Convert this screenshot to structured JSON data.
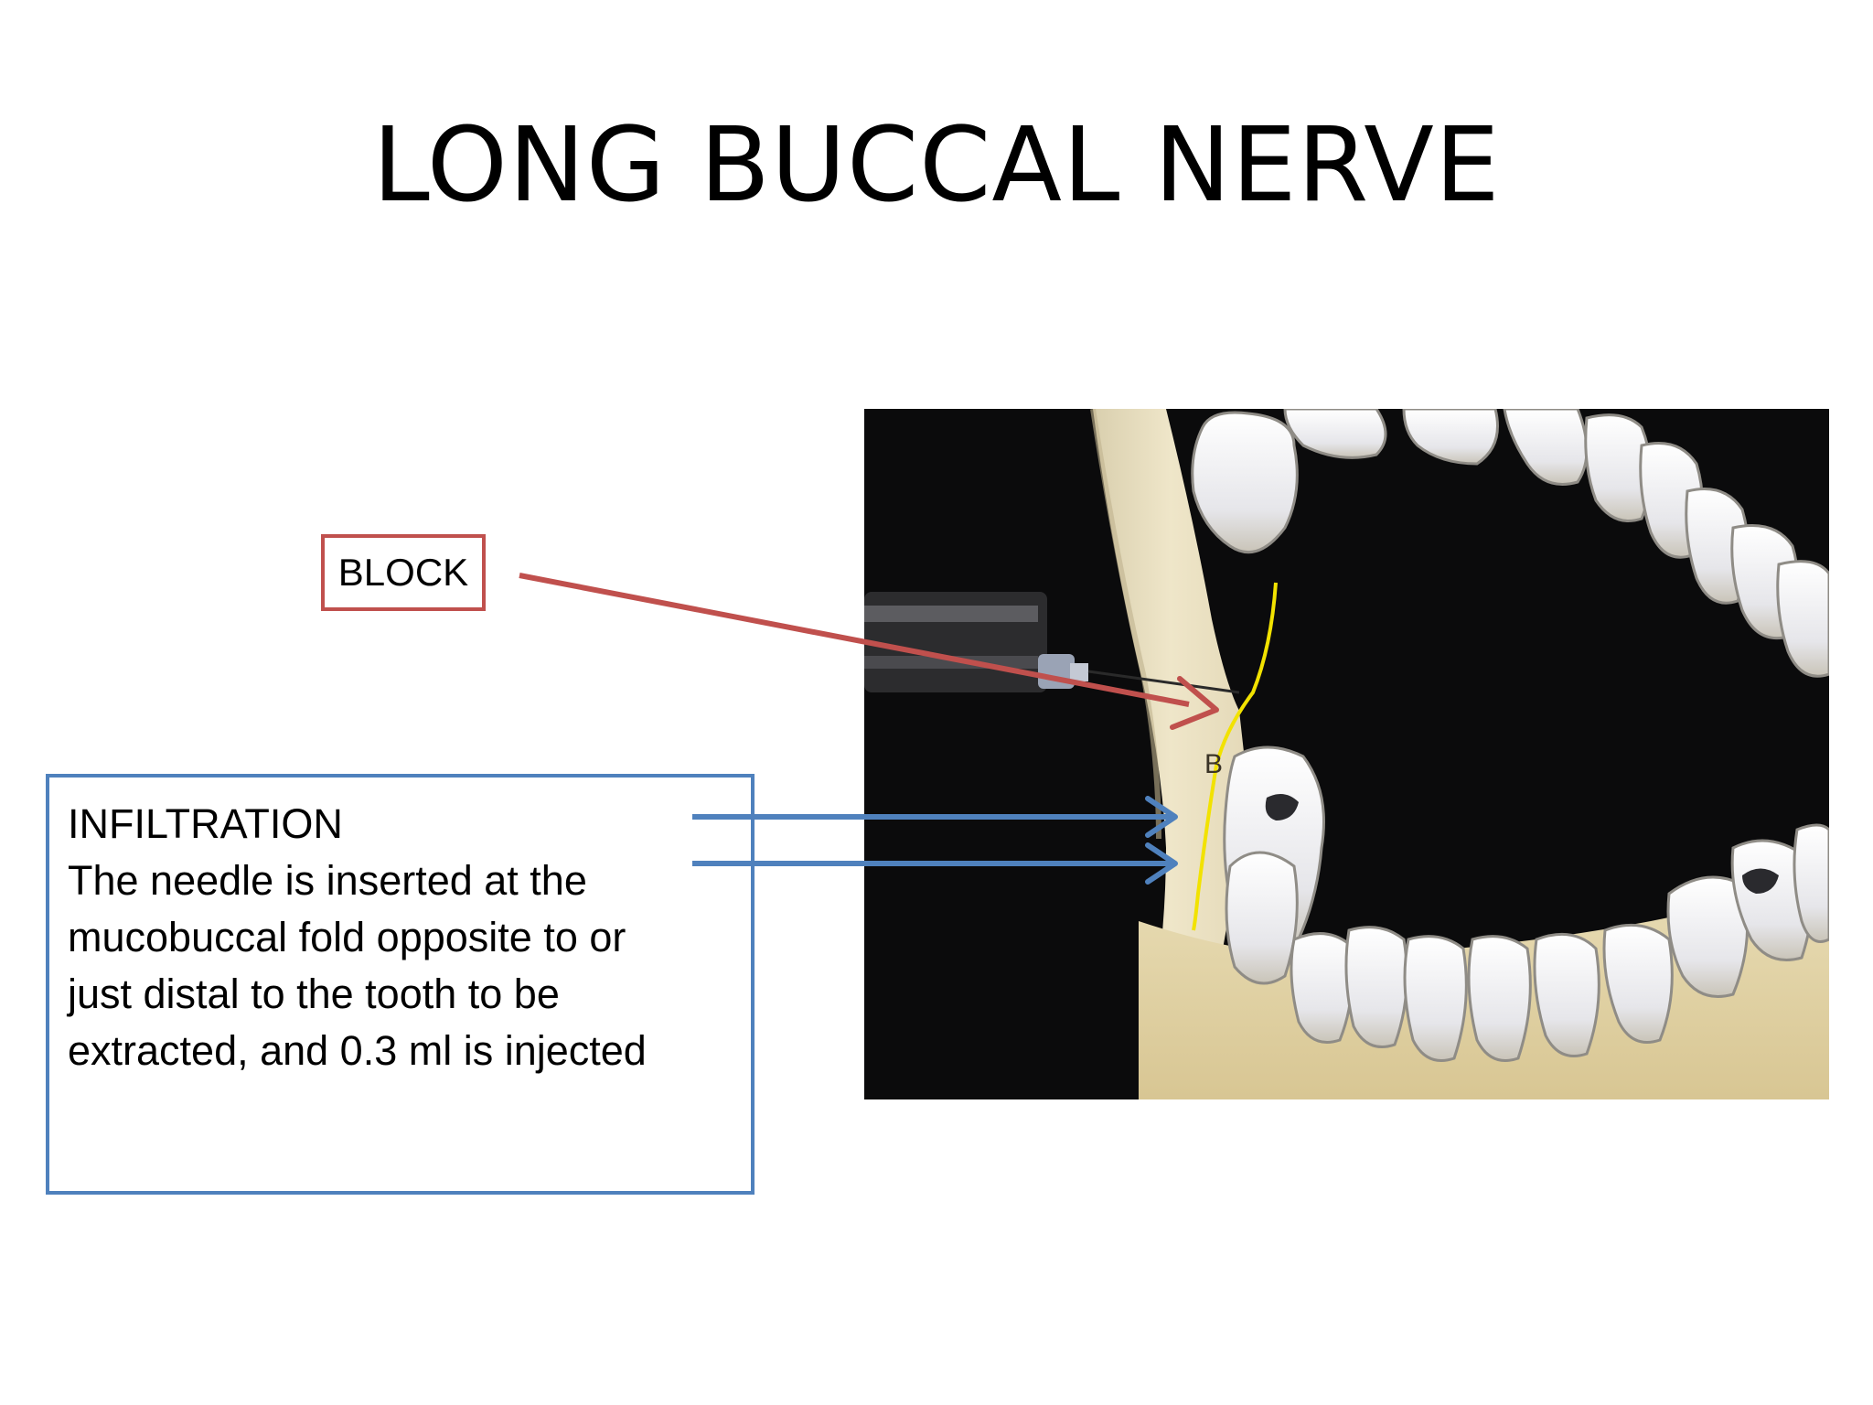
{
  "slide": {
    "title": "LONG BUCCAL NERVE"
  },
  "block_label": "BLOCK",
  "infiltration": {
    "heading": "INFILTRATION",
    "lines": [
      "The needle is inserted at the",
      "mucobuccal fold opposite to or",
      "just distal to the tooth to be",
      "extracted, and 0.3 ml is injected"
    ]
  },
  "photo": {
    "point_label": "B"
  },
  "colors": {
    "block_red": "#c0504d",
    "infiltration_blue": "#4f81bd",
    "nerve_yellow": "#f2e200",
    "photo_background": "#0b0b0c"
  }
}
